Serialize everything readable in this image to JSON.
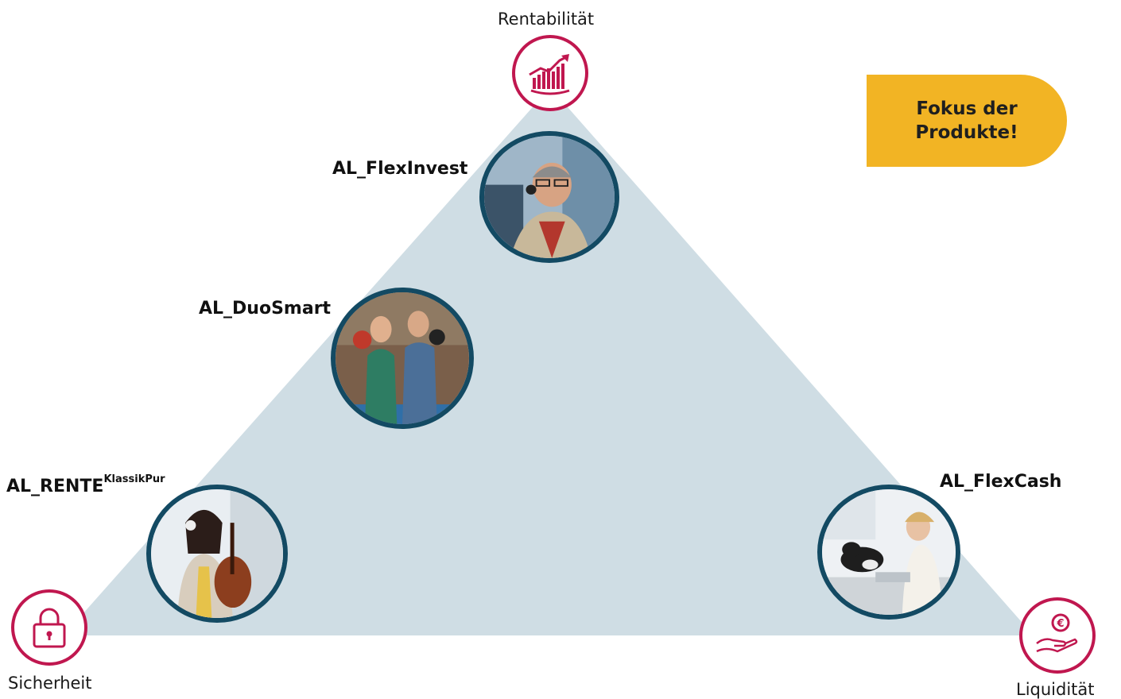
{
  "colors": {
    "triangle": "#cfdde4",
    "accent": "#c0174f",
    "photo_ring": "#134a63",
    "callout": "#f2b424"
  },
  "corners": {
    "top": {
      "label": "Rentabilität",
      "icon": "chart-trend-icon"
    },
    "left": {
      "label": "Sicherheit",
      "icon": "lock-icon"
    },
    "right": {
      "label": "Liquidität",
      "icon": "euro-hand-icon"
    }
  },
  "products": [
    {
      "name": "AL_FlexInvest",
      "sup": "",
      "photo": "man-with-headphones-photo"
    },
    {
      "name": "AL_DuoSmart",
      "sup": "",
      "photo": "couple-table-tennis-photo"
    },
    {
      "name": "AL_RENTE",
      "sup": "KlassikPur",
      "photo": "woman-cello-photo"
    },
    {
      "name": "AL_FlexCash",
      "sup": "",
      "photo": "woman-with-dog-at-desk-photo"
    }
  ],
  "callout": {
    "line1": "Fokus der",
    "line2": "Produkte!"
  }
}
